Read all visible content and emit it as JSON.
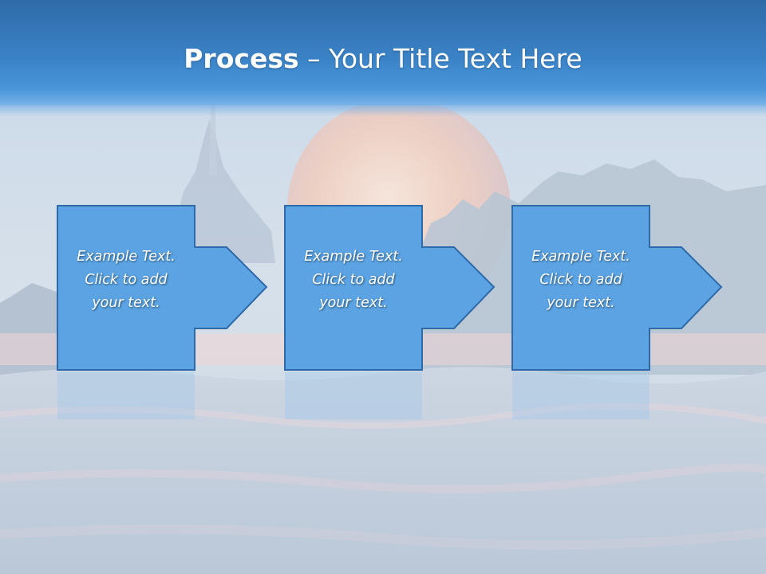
{
  "slide": {
    "title_bold": "Process",
    "title_rest": " – Your Title Text Here"
  },
  "colors": {
    "box_fill": "#5ba3e3",
    "box_stroke": "#2f6aa8",
    "title_band": "#3a82c6"
  },
  "steps": [
    {
      "lines": [
        "Example Text.",
        "Click  to add",
        "your text."
      ]
    },
    {
      "lines": [
        "Example Text.",
        "Click  to add",
        "your text."
      ]
    },
    {
      "lines": [
        "Example Text.",
        "Click  to add",
        "your text."
      ]
    }
  ]
}
